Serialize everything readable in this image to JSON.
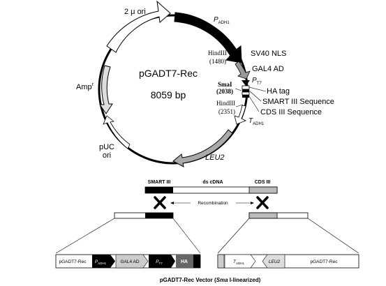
{
  "plasmid": {
    "name": "pGADT7-Rec",
    "size": "8059 bp",
    "features": {
      "ori_2mu": "2 μ ori",
      "padh1_p": "P",
      "padh1_sub": "ADH1",
      "sv40": "SV40 NLS",
      "gal4": "GAL4 AD",
      "pt7_p": "P",
      "pt7_sub": "T7",
      "ha": "HA tag",
      "smart": "SMART III Sequence",
      "cds": "CDS III Sequence",
      "tadh1_t": "T",
      "tadh1_sub": "ADH1",
      "leu2": "LEU2",
      "puc_line1": "pUC",
      "puc_line2": "ori",
      "amp": "Amp",
      "amp_sup": "r"
    },
    "sites": {
      "hind1_name": "HindIII",
      "hind1_pos": "(1480)",
      "smai_name": "SmaI",
      "smai_pos": "(2038)",
      "hind2_name": "HindIII",
      "hind2_pos": "(2351)"
    }
  },
  "recombination": {
    "smart_label": "SMART III",
    "cdna_label": "ds cDNA",
    "cds_label": "CDS III",
    "recombination_label": "Recombination"
  },
  "vector": {
    "left_name": "pGADT7-Rec",
    "padh1_p": "P",
    "padh1_sub": "ADH1",
    "gal4": "GAL4 AD",
    "pt7_p": "P",
    "pt7_sub": "T7",
    "ha": "HA",
    "tadh1_t": "T",
    "tadh1_sub": "ADH1",
    "leu2": "LEU2",
    "right_name": "pGADT7-Rec",
    "caption_pre": "pGADT7-Rec Vector (",
    "caption_it": "Sma",
    "caption_post": " I-linearized)"
  }
}
